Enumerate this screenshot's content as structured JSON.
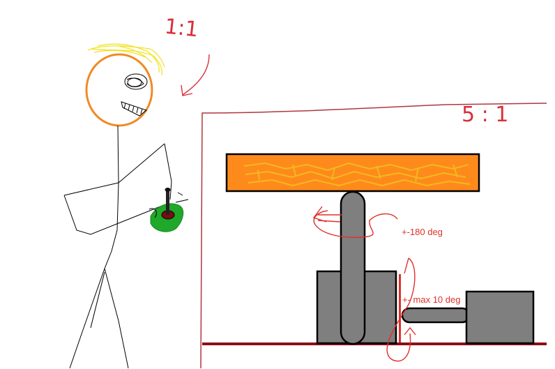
{
  "labels": {
    "figure_ratio": "1:1",
    "machine_ratio": "5 : 1",
    "rotation": "+-180 deg",
    "tilt": "+- max 10 deg"
  },
  "colors": {
    "ink": "#000000",
    "frame": "#b0363f",
    "floor": "#8b0f1a",
    "arrow": "#e0302a",
    "plate": "#ff8a1c",
    "plate_speckle": "#f0c020",
    "metal": "#7f7f7f",
    "head": "#f08a26",
    "hair": "#f2e11a",
    "joystick": "#1fa82a"
  }
}
